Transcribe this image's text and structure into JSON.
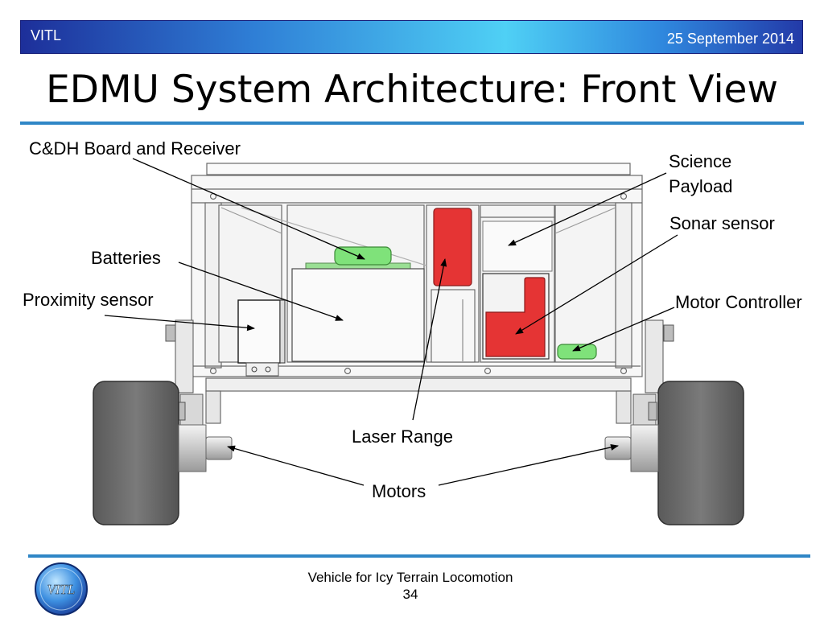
{
  "header": {
    "left_label": "VITL",
    "date": "25 September 2014"
  },
  "title": "EDMU System Architecture: Front View",
  "labels": {
    "cdh": "C&DH Board and Receiver",
    "science_line1": "Science",
    "science_line2": "Payload",
    "sonar": "Sonar sensor",
    "batteries": "Batteries",
    "proximity": "Proximity sensor",
    "motor_controller": "Motor Controller",
    "laser": "Laser Range",
    "motors": "Motors"
  },
  "footer": {
    "line1": "Vehicle for Icy Terrain Locomotion",
    "page_number": "34"
  },
  "logo": {
    "text": "VITL"
  },
  "colors": {
    "highlight_red": "#e53434",
    "highlight_green": "#7fe27a",
    "accent_blue": "#2f86c6"
  }
}
